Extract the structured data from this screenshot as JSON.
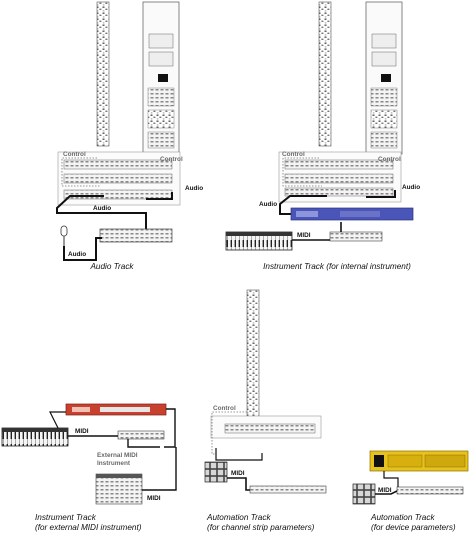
{
  "colors": {
    "cable": "#111111",
    "dotted": "#777777",
    "device_outline": "#555555",
    "instrument_blue": "#4a55b8",
    "instrument_red": "#c8412f",
    "device_yellow": "#e7c21c"
  },
  "labels": {
    "control": "Control",
    "audio": "Audio",
    "midi": "MIDI",
    "external_midi_instrument": "External MIDI Instrument"
  },
  "captions": {
    "audio_track": "Audio Track",
    "instrument_internal": "Instrument Track (for internal instrument)",
    "instrument_external_line1": "Instrument Track",
    "instrument_external_line2": "(for external MIDI instrument)",
    "automation_channel_line1": "Automation Track",
    "automation_channel_line2": "(for channel strip parameters)",
    "automation_device_line1": "Automation Track",
    "automation_device_line2": "(for device parameters)"
  }
}
